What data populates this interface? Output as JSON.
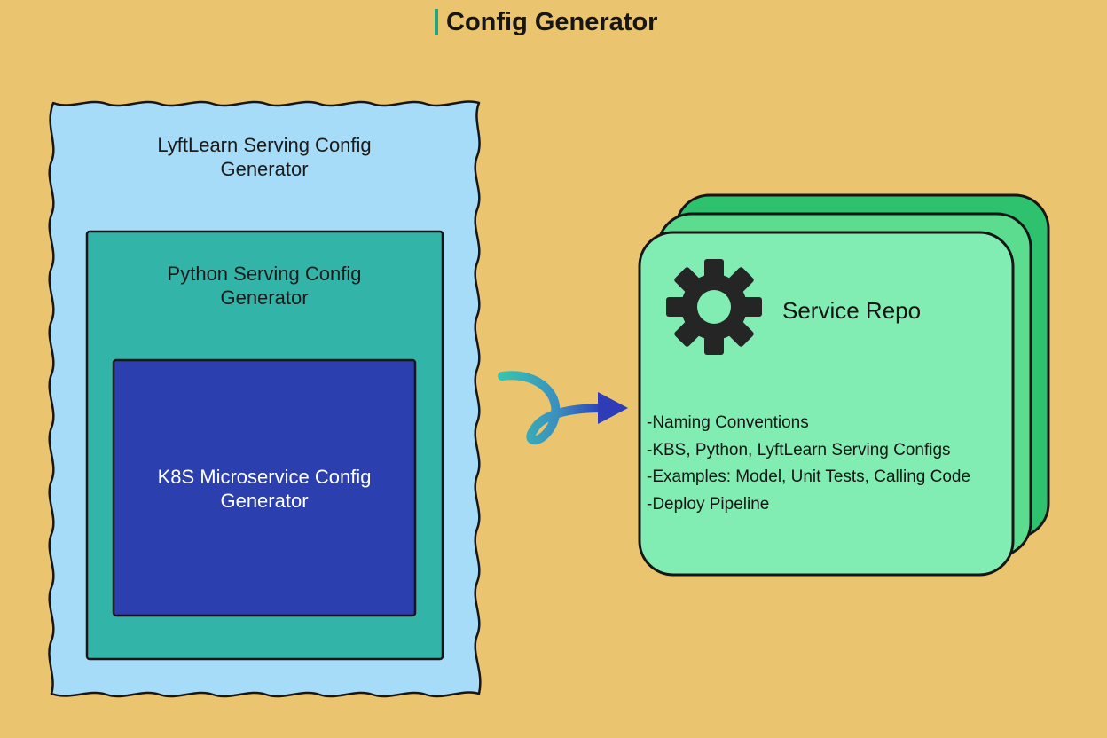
{
  "title": "Config Generator",
  "boxes": {
    "outer": {
      "label": "LyftLearn Serving Config\nGenerator"
    },
    "middle": {
      "label": "Python Serving Config\nGenerator"
    },
    "inner": {
      "label": "K8S Microservice Config\nGenerator"
    }
  },
  "service_repo": {
    "title": "Service Repo",
    "icon": "gear-icon",
    "items": [
      "-Naming Conventions",
      "-KBS, Python, LyftLearn Serving Configs",
      "-Examples: Model, Unit Tests, Calling Code",
      "-Deploy Pipeline"
    ]
  },
  "colors": {
    "background": "#ebc46f",
    "outer_box": "#a6dcf7",
    "middle_box": "#33b4a8",
    "inner_box": "#2b3fae",
    "card_front": "#82edb3",
    "card_back": "#2ec26e",
    "arrow_start": "#37c3b0",
    "arrow_end": "#2e3db7"
  }
}
